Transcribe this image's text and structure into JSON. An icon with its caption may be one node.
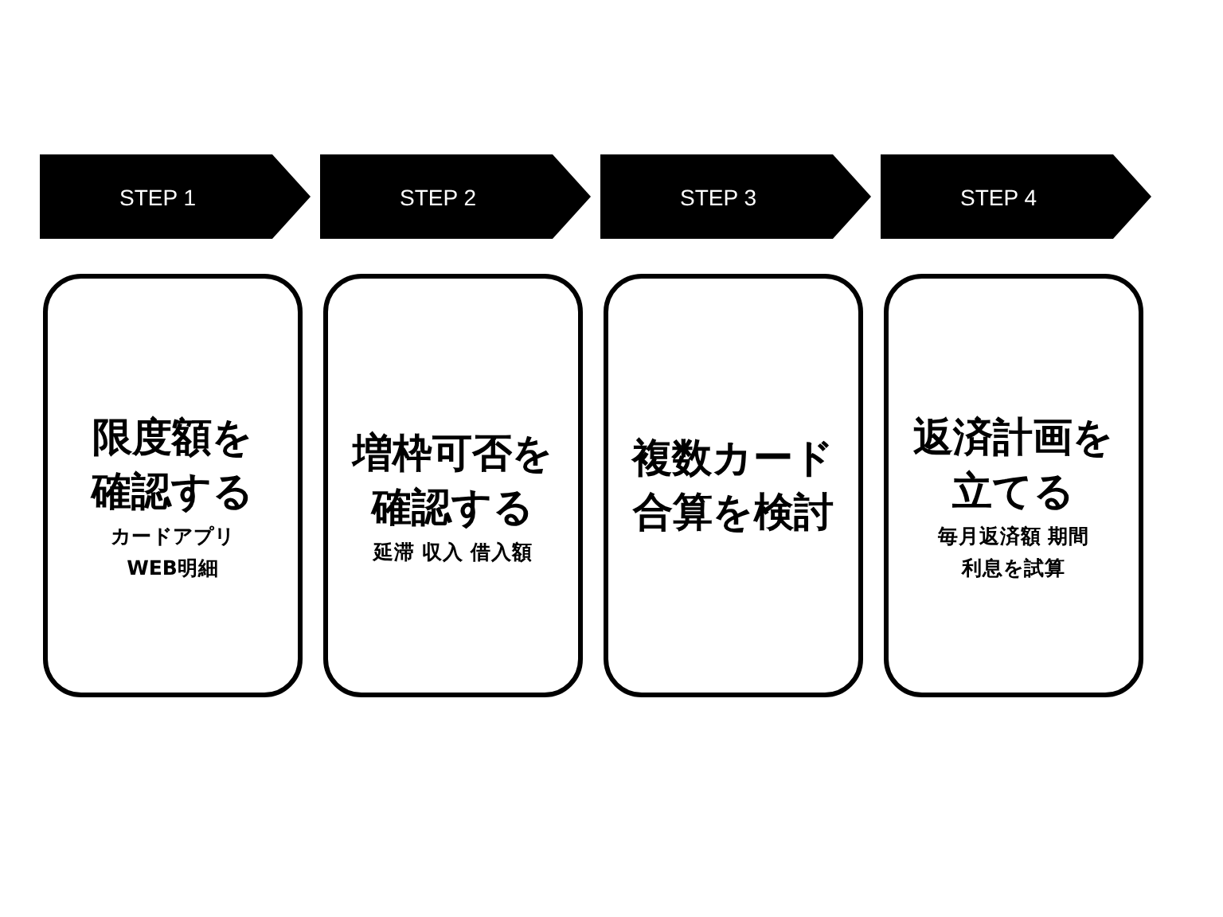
{
  "diagram": {
    "nodes": [
      {
        "text": [
          "STEP 1"
        ]
      },
      {
        "text": [
          "STEP 2"
        ]
      },
      {
        "text": [
          "STEP 3"
        ]
      },
      {
        "text": [
          "STEP 4"
        ]
      },
      {
        "text": [
          "限度額を確認する",
          "カードアプリ",
          "WEB明細"
        ]
      },
      {
        "text": [
          "増枠可否を確認する",
          "延滞 収入 借入額"
        ]
      },
      {
        "text": [
          "複数カード合算を検討"
        ]
      },
      {
        "text": [
          "返済計画を立てる",
          "毎月返済額 期間",
          "利息を試算"
        ]
      }
    ]
  }
}
